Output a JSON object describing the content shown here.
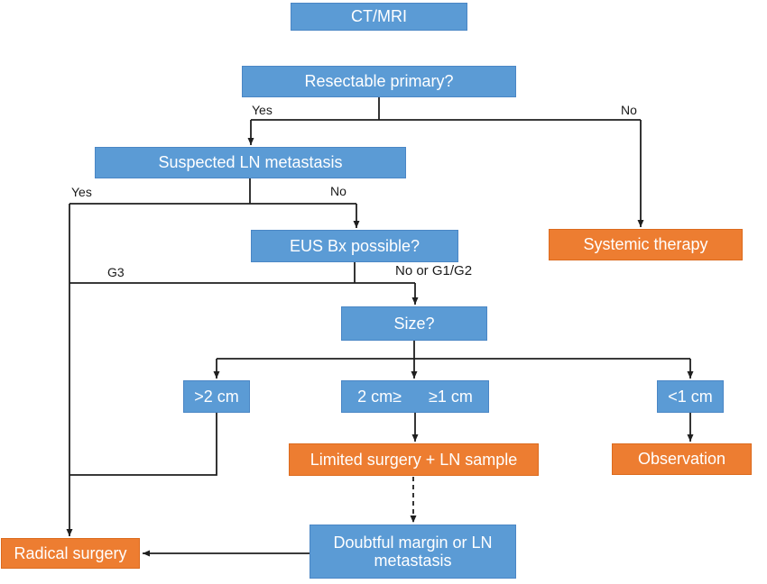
{
  "colors": {
    "blue_fill": "#5B9BD5",
    "blue_border": "#4A86C5",
    "orange_fill": "#ED7D31",
    "orange_border": "#DC6B1E",
    "line": "#1F1F1F",
    "label_text": "#1A1A1A",
    "box_text": "#FFFFFF"
  },
  "nodes": {
    "ct_mri": {
      "label": "CT/MRI"
    },
    "resectable": {
      "label": "Resectable primary?"
    },
    "suspected_ln": {
      "label": "Suspected LN metastasis"
    },
    "systemic_therapy": {
      "label": "Systemic therapy"
    },
    "eus_bx": {
      "label": "EUS Bx possible?"
    },
    "size": {
      "label": "Size?"
    },
    "gt_2cm": {
      "label": ">2 cm"
    },
    "mid_size": {
      "label": "2 cm≥      ≥1 cm"
    },
    "lt_1cm": {
      "label": "<1 cm"
    },
    "limited_surgery": {
      "label": "Limited surgery + LN sample"
    },
    "observation": {
      "label": "Observation"
    },
    "doubtful_margin": {
      "label": "Doubtful margin or LN metastasis"
    },
    "radical_surgery": {
      "label": "Radical surgery"
    }
  },
  "edge_labels": {
    "resectable_yes": "Yes",
    "resectable_no": "No",
    "suspected_yes": "Yes",
    "suspected_no": "No",
    "eus_g3": "G3",
    "eus_no_g1g2": "No or G1/G2"
  }
}
